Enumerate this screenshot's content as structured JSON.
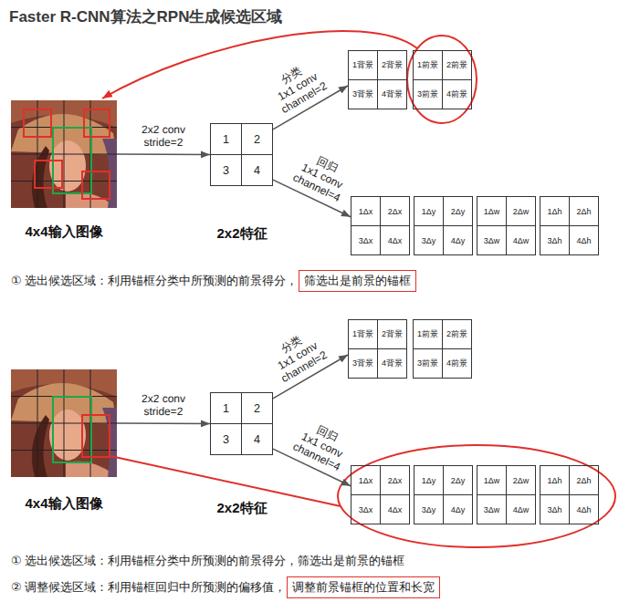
{
  "diagram": {
    "title": "Faster R-CNN算法之RPN生成候选区域",
    "nodes": [
      {
        "text": [
          "4x4输入图像"
        ]
      },
      {
        "text": [
          "1",
          "2",
          "3",
          "4",
          "2x2特征"
        ]
      },
      {
        "text": [
          "1背景",
          "2背景",
          "3背景",
          "4背景"
        ]
      },
      {
        "text": [
          "1前景",
          "2前景",
          "3前景",
          "4前景"
        ]
      },
      {
        "text": [
          "1Δx",
          "2Δx",
          "3Δx",
          "4Δx"
        ]
      },
      {
        "text": [
          "1Δy",
          "2Δy",
          "3Δy",
          "4Δy"
        ]
      },
      {
        "text": [
          "1Δw",
          "2Δw",
          "3Δw",
          "4Δw"
        ]
      },
      {
        "text": [
          "1Δh",
          "2Δh",
          "3Δh",
          "4Δh"
        ]
      },
      {
        "text": [
          "4x4输入图像"
        ]
      },
      {
        "text": [
          "1",
          "2",
          "3",
          "4",
          "2x2特征"
        ]
      },
      {
        "text": [
          "1背景",
          "2背景",
          "3背景",
          "4背景"
        ]
      },
      {
        "text": [
          "1前景",
          "2前景",
          "3前景",
          "4前景"
        ]
      },
      {
        "text": [
          "1Δx",
          "2Δx",
          "3Δx",
          "4Δx"
        ]
      },
      {
        "text": [
          "1Δy",
          "2Δy",
          "3Δy",
          "4Δy"
        ]
      },
      {
        "text": [
          "1Δw",
          "2Δw",
          "3Δw",
          "4Δw"
        ]
      },
      {
        "text": [
          "1Δh",
          "2Δh",
          "3Δh",
          "4Δh"
        ]
      }
    ],
    "edges": [
      {
        "from": 0,
        "to": 1,
        "arrow": "to",
        "label": "2x2 conv stride=2"
      },
      {
        "from": 1,
        "to": 2,
        "arrow": "to",
        "label": "分类"
      },
      {
        "from": 1,
        "to": 4,
        "arrow": "to",
        "label": "回归"
      },
      {
        "from": 8,
        "to": 9,
        "arrow": "to",
        "label": "2x2 conv stride=2"
      },
      {
        "from": 9,
        "to": 10,
        "arrow": "to",
        "label": "分类"
      },
      {
        "from": 9,
        "to": 12,
        "arrow": "to",
        "label": "回归"
      }
    ],
    "labels": [
      "1x1 conv channel=2",
      "1x1 conv channel=4",
      "① 选出候选区域：利用锚框分类中所预测的前景得分，",
      "筛选出是前景的锚框",
      "1x1 conv channel=2",
      "1x1 conv channel=4",
      "① 选出候选区域：利用锚框分类中所预测的前景得分，筛选出是前景的锚框",
      "② 调整候选区域：利用锚框回归中所预测的偏移值，",
      "调整前景锚框的位置和长宽"
    ]
  }
}
